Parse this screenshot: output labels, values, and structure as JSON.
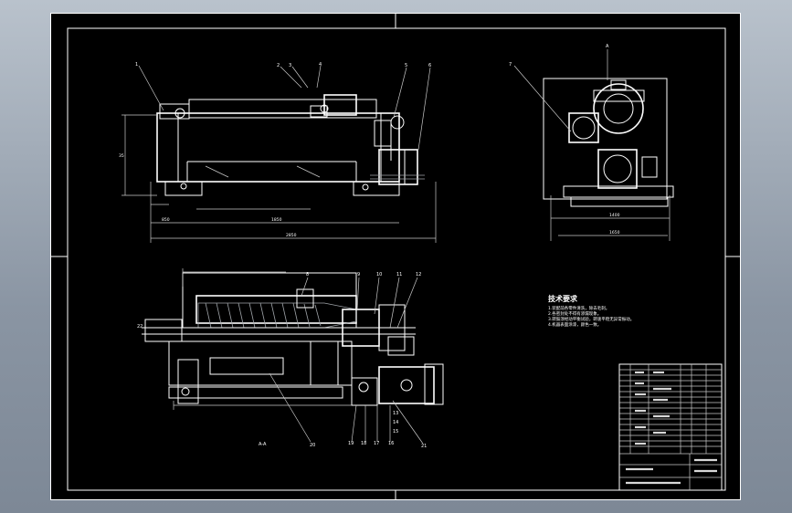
{
  "sheet": {
    "background": "#000000",
    "line_color": "#ffffff",
    "frame_bg": "#8a95a3"
  },
  "front_view": {
    "callouts": [
      "1",
      "2",
      "3",
      "4",
      "5",
      "6"
    ],
    "dims": [
      "850",
      "1850",
      "2850",
      "35"
    ]
  },
  "side_view": {
    "callouts": [
      "7"
    ],
    "view_mark": "A",
    "dims": [
      "1400",
      "1650"
    ]
  },
  "section_view": {
    "callouts": [
      "8",
      "9",
      "10",
      "11",
      "12",
      "13",
      "14",
      "15",
      "16",
      "17",
      "18",
      "19",
      "20",
      "21",
      "22"
    ],
    "view_label": "A-A"
  },
  "notes": {
    "title": "技术要求",
    "lines": [
      "1.装配前各零件清洗，除去毛刺。",
      "2.各密封处不得有渗漏现象。",
      "3.转鼓须经动平衡试验，转速平稳无异常振动。",
      "4.机器表面涂漆，颜色一致。"
    ]
  },
  "title_block": {
    "rows": 15
  }
}
